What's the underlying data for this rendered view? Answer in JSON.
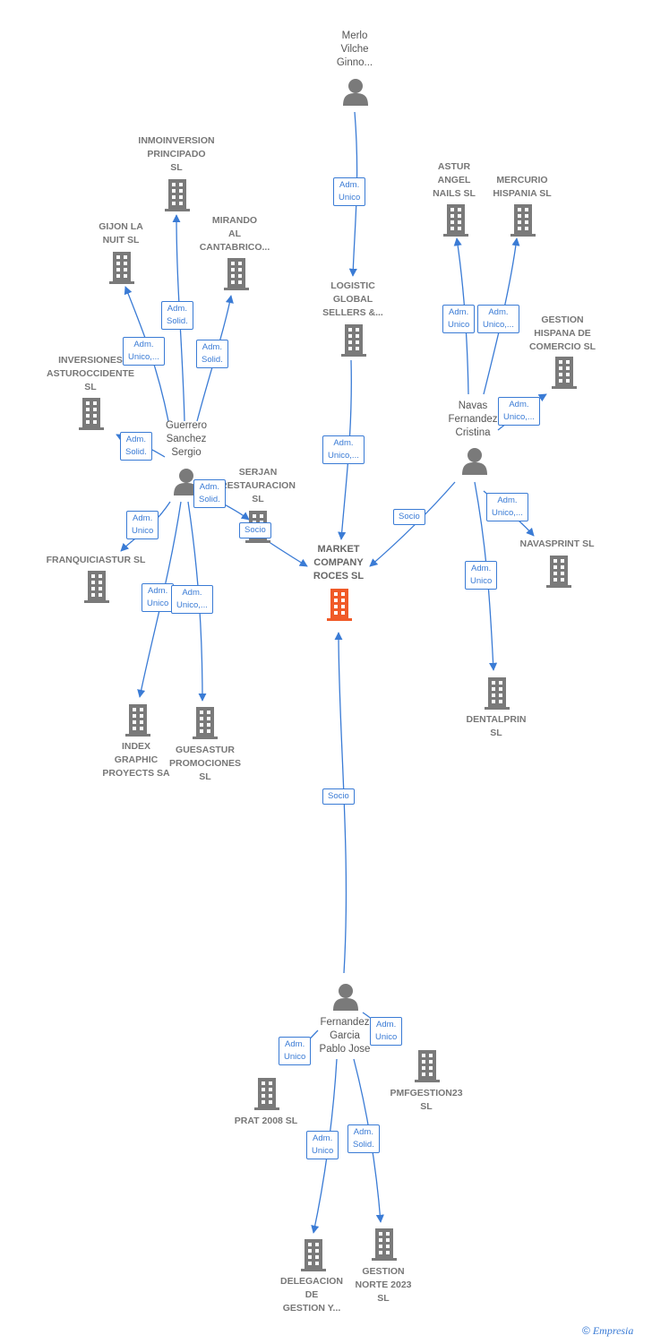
{
  "colors": {
    "edge": "#3a7bd5",
    "node": "#777777",
    "focus": "#f05a28"
  },
  "focus_company": {
    "name": "MARKET\nCOMPANY\nROCES  SL"
  },
  "people": {
    "merlo": "Merlo\nVilche\nGinno...",
    "guerrero": "Guerrero\nSanchez\nSergio",
    "navas": "Navas\nFernandez\nCristina",
    "fernandez": "Fernandez\nGarcia\nPablo Jose"
  },
  "companies": {
    "inmoinversion": "INMOINVERSION\nPRINCIPADO\nSL",
    "gijon": "GIJON LA\nNUIT SL",
    "mirando": "MIRANDO\nAL\nCANTABRICO...",
    "inversiones": "INVERSIONES\nASTUROCCIDENTE\nSL",
    "serjan": "SERJAN\nRESTAURACION\nSL",
    "franquiciastur": "FRANQUICIASTUR SL",
    "index": "INDEX\nGRAPHIC\nPROYECTS SA",
    "guesastur": "GUESASTUR\nPROMOCIONES\nSL",
    "logistic": "LOGISTIC\nGLOBAL\nSELLERS &...",
    "astur": "ASTUR\nANGEL\nNAILS  SL",
    "mercurio": "MERCURIO\nHISPANIA  SL",
    "gestion_hispana": "GESTION\nHISPANA DE\nCOMERCIO  SL",
    "navasprint": "NAVASPRINT SL",
    "dentalprin": "DENTALPRIN\nSL",
    "pmfgestion": "PMFGESTION23\nSL",
    "prat": "PRAT 2008  SL",
    "delegacion": "DELEGACION\nDE\nGESTION Y...",
    "gestion_norte": "GESTION\nNORTE 2023\nSL"
  },
  "edges": {
    "merlo_logistic": "Adm.\nUnico",
    "logistic_market": "Adm.\nUnico,...",
    "guerrero_inmo": "Adm.\nSolid.",
    "guerrero_gijon": "Adm.\nUnico,...",
    "guerrero_mirando": "Adm.\nSolid.",
    "guerrero_inversiones": "Adm.\nSolid.",
    "guerrero_serjan": "Adm.\nSolid.",
    "guerrero_market": "Socio",
    "guerrero_franq": "Adm.\nUnico",
    "guerrero_index": "Adm.\nUnico",
    "guerrero_guesastur": "Adm.\nUnico,...",
    "navas_astur": "Adm.\nUnico",
    "navas_mercurio": "Adm.\nUnico,...",
    "navas_hispana": "Adm.\nUnico,...",
    "navas_market": "Socio",
    "navas_navasprint": "Adm.\nUnico,...",
    "navas_dentalprin": "Adm.\nUnico",
    "fernandez_market": "Socio",
    "fernandez_pmf": "Adm.\nUnico",
    "fernandez_prat": "Adm.\nUnico",
    "fernandez_delegacion": "Adm.\nUnico",
    "fernandez_norte": "Adm.\nSolid."
  },
  "brand": {
    "copyright": "©",
    "name": "Empresia"
  }
}
